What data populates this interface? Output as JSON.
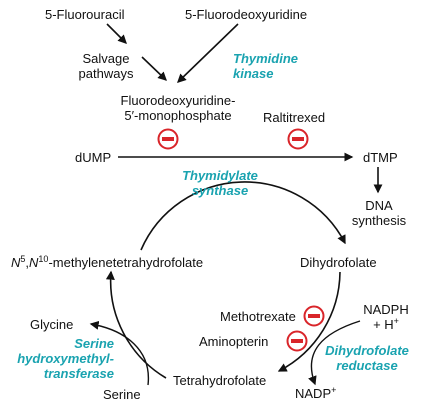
{
  "colors": {
    "enzyme": "#1aa3b0",
    "inhibitor": "#d9252a",
    "stroke": "#111111"
  },
  "compounds": {
    "fluorouracil": "5-Fluorouracil",
    "fluorodeoxyuridine": "5-Fluorodeoxyuridine",
    "salvage_line1": "Salvage",
    "salvage_line2": "pathways",
    "fdump_line1": "Fluorodeoxyuridine-",
    "fdump_line2": "5′-monophosphate",
    "dump": "dUMP",
    "dtmp": "dTMP",
    "dna_line1": "DNA",
    "dna_line2": "synthesis",
    "methylene_n5": "N",
    "methylene_sup5": "5",
    "methylene_n10": "N",
    "methylene_sup10": "10",
    "methylene_rest": "-methylenetetrahydrofolate",
    "dihydrofolate": "Dihydrofolate",
    "tetrahydrofolate": "Tetrahydrofolate",
    "glycine": "Glycine",
    "serine": "Serine",
    "nadph_line1": "NADPH",
    "nadph_line2": "+ H",
    "nadph_sup": "+",
    "nadp": "NADP",
    "nadp_sup": "+"
  },
  "enzymes": {
    "thymidine_kinase_line1": "Thymidine",
    "thymidine_kinase_line2": "kinase",
    "thymidylate_synthase_line1": "Thymidylate",
    "thymidylate_synthase_line2": "synthase",
    "shmt_line1": "Serine",
    "shmt_line2": "hydroxymethyl-",
    "shmt_line3": "transferase",
    "dhfr_line1": "Dihydrofolate",
    "dhfr_line2": "reductase"
  },
  "inhibitors": {
    "raltitrexed": "Raltitrexed",
    "methotrexate": "Methotrexate",
    "aminopterin": "Aminopterin"
  }
}
